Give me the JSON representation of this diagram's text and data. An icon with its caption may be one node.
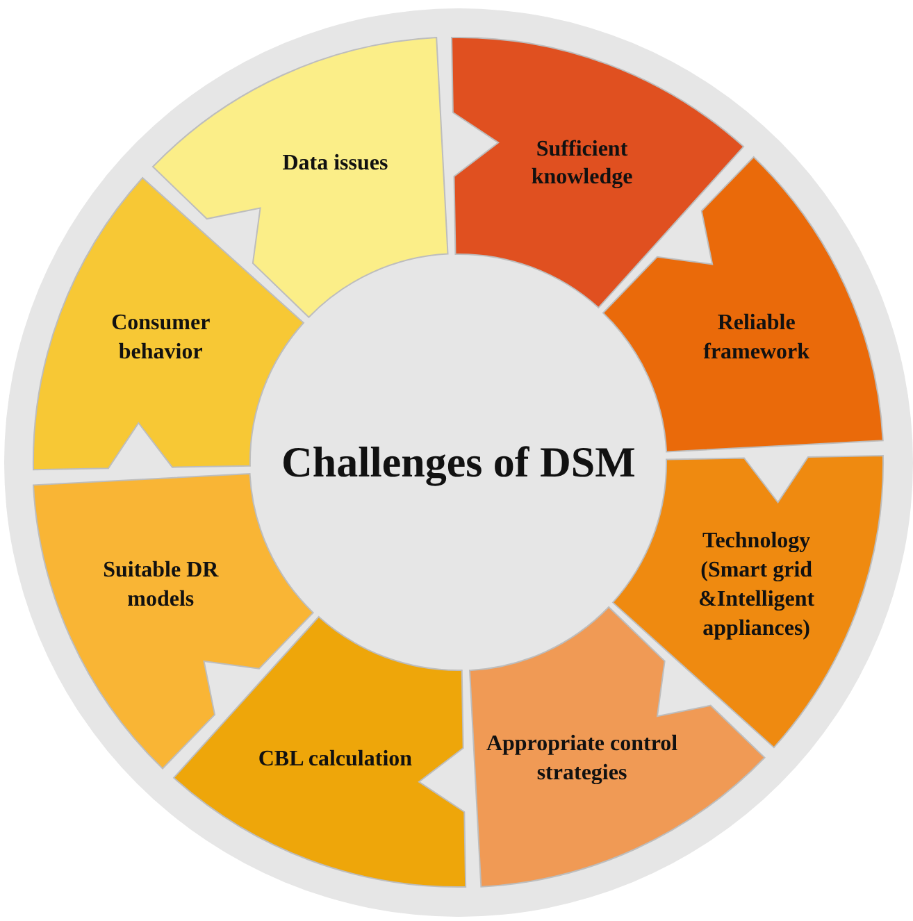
{
  "diagram": {
    "nodes": [
      {
        "text": [
          "Challenges of DSM"
        ]
      },
      {
        "text": [
          "Sufficient knowledge"
        ]
      },
      {
        "text": [
          "Reliable framework"
        ]
      },
      {
        "text": [
          "Technology (Smart grid &Intelligent appliances)"
        ]
      },
      {
        "text": [
          "Appropriate control strategies"
        ]
      },
      {
        "text": [
          "CBL calculation"
        ]
      },
      {
        "text": [
          "Suitable DR models"
        ]
      },
      {
        "text": [
          "Consumer behavior"
        ]
      },
      {
        "text": [
          "Data issues"
        ]
      }
    ]
  }
}
